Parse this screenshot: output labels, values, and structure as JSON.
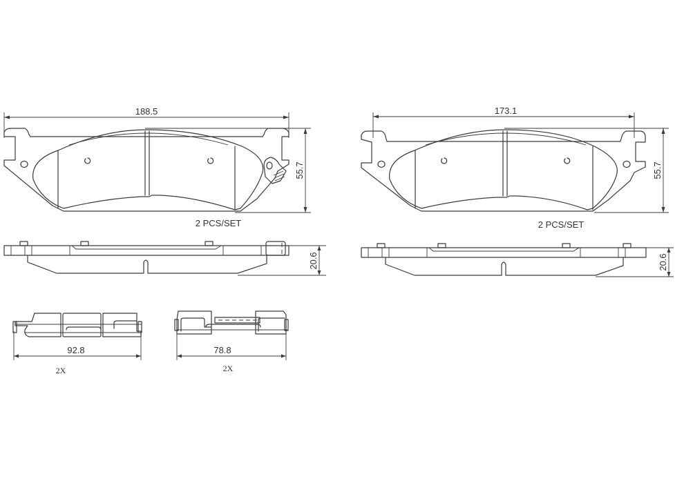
{
  "drawing": {
    "title": "Brake pad set technical drawing",
    "line_color": "#3a3a3a",
    "background": "#ffffff"
  },
  "left_pad": {
    "width_dim": "188.5",
    "height_dim": "55.7",
    "thickness_dim": "20.6",
    "quantity_label": "2  PCS/SET",
    "has_wear_sensor": true
  },
  "right_pad": {
    "width_dim": "173.1",
    "height_dim": "55.7",
    "thickness_dim": "20.6",
    "quantity_label": "2  PCS/SET",
    "has_wear_sensor": false
  },
  "clips": [
    {
      "width_dim": "92.8",
      "quantity_label": "2X"
    },
    {
      "width_dim": "78.8",
      "quantity_label": "2X"
    }
  ]
}
